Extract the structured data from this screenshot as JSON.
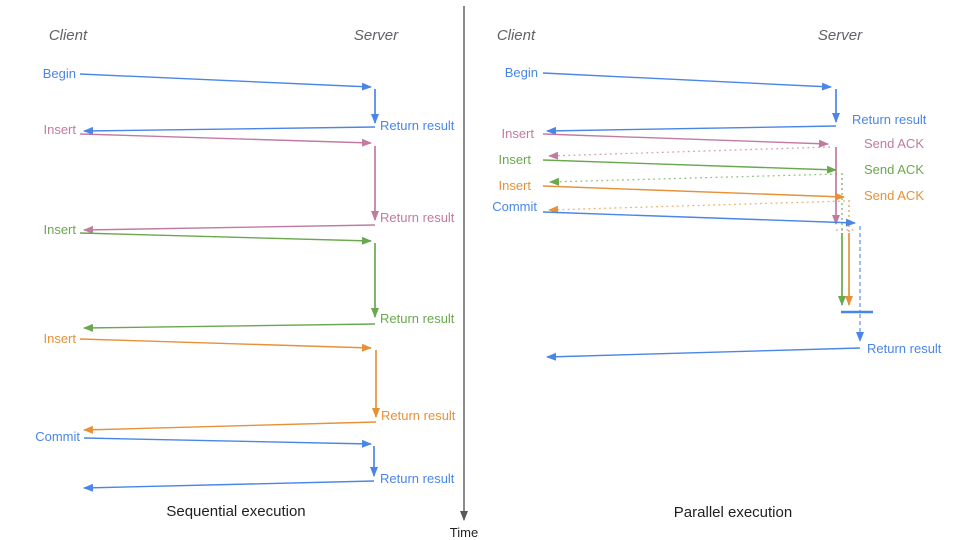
{
  "colors": {
    "blue": "#4a86e8",
    "pink": "#c27ba0",
    "green": "#6aa84f",
    "orange": "#e69138",
    "light_blue_dashed": "#7da7ee",
    "axis_gray": "#595959",
    "header_gray": "#5f6368",
    "caption_black": "#1f1f1f"
  },
  "time_axis": {
    "label": "Time"
  },
  "diagrams": [
    {
      "caption": "Sequential execution",
      "headers": {
        "client": "Client",
        "server": "Server"
      },
      "rows": [
        {
          "label": "Begin",
          "color": "blue",
          "response": "Return result"
        },
        {
          "label": "Insert",
          "color": "pink",
          "response": "Return result"
        },
        {
          "label": "Insert",
          "color": "green",
          "response": "Return result"
        },
        {
          "label": "Insert",
          "color": "orange",
          "response": "Return result"
        },
        {
          "label": "Commit",
          "color": "blue",
          "response": "Return result"
        }
      ]
    },
    {
      "caption": "Parallel execution",
      "headers": {
        "client": "Client",
        "server": "Server"
      },
      "rows": [
        {
          "label": "Begin",
          "color": "blue",
          "response": "Return result"
        },
        {
          "label": "Insert",
          "color": "pink",
          "response": "Send ACK"
        },
        {
          "label": "Insert",
          "color": "green",
          "response": "Send ACK"
        },
        {
          "label": "Insert",
          "color": "orange",
          "response": "Send ACK"
        },
        {
          "label": "Commit",
          "color": "blue",
          "response": "Return result"
        }
      ]
    }
  ]
}
